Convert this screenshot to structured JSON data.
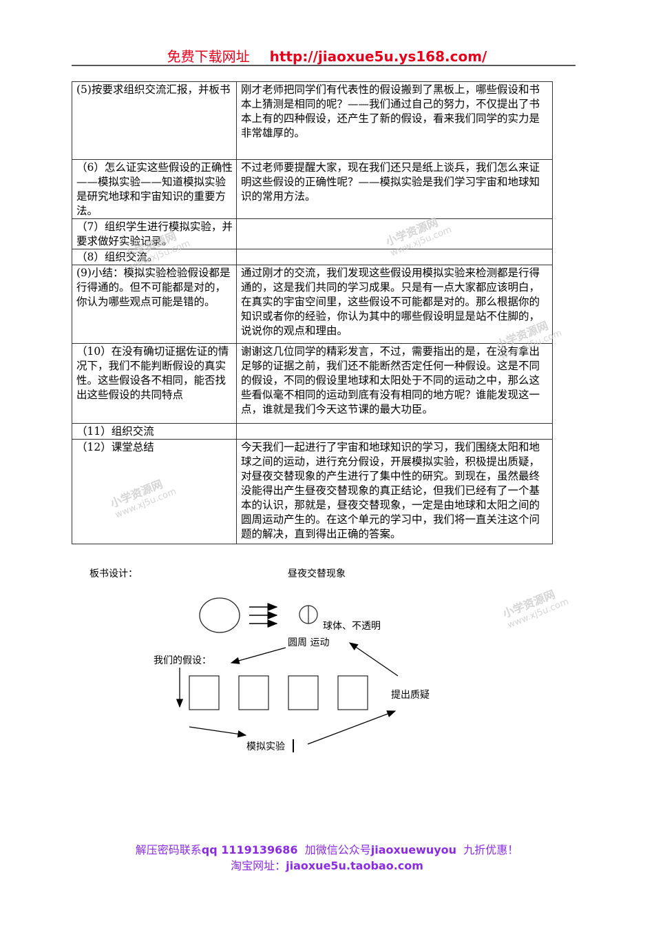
{
  "header": {
    "label": "免费下载网址",
    "url": "http://jiaoxue5u.ys168.com/"
  },
  "table": {
    "rows": [
      {
        "step": "(5)按要求组织交流汇报，并板书",
        "content": "刚才老师把同学们有代表性的假设搬到了黑板上，哪些假设和书本上猜测是相同的呢？——我们通过自己的努力，不仅提出了书本上有的四种假设，还产生了新的假设，看来我们同学的实力是非常雄厚的。"
      },
      {
        "step": "（6）怎么证实这些假设的正确性——模拟实验——知道模拟实验是研究地球和宇宙知识的重要方法。",
        "content": "不过老师要提醒大家，现在我们还只是纸上谈兵，我们怎么来证明这些假设的正确性呢？——模拟实验是我们学习宇宙和地球知识的常用方法。"
      },
      {
        "step": "（7）组织学生进行模拟实验，并要求做好实验记录。",
        "content": ""
      },
      {
        "step": "（8）组织交流。",
        "content": ""
      },
      {
        "step": "(9)小结：模拟实验检验假设都是行得通的。但不可能都是对的，你认为哪些观点可能是错的。",
        "content": "通过刚才的交流，我们发现这些假设用模拟实验来检测都是行得通的，这是我们共同的学习成果。只是有一点大家都应该明白，在真实的宇宙空间里，这些假设不可能都是对的。那么根据你的知识或者你的经验，你认为其中的哪些假设明显是站不住脚的，说说你的观点和理由。"
      },
      {
        "step": "（10）在没有确切证据佐证的情况下，我们不能判断假设的真实性。这些假设各不相同，能否找出这些假设的共同特点",
        "content": "谢谢这几位同学的精彩发言，不过，需要指出的是，在没有拿出足够的证据之前，我们还不能断然否定任何一种假设。这是不同的假设，不同的假设里地球和太阳处于不同的运动之中，那么这些看似毫不相同的运动到底有没有相同的地方呢？谁能发现这一点，谁就是我们今天这节课的最大功臣。"
      },
      {
        "step": "（11）组织交流",
        "content": ""
      },
      {
        "step": "（12）课堂总结",
        "content": "今天我们一起进行了宇宙和地球知识的学习，我们围绕太阳和地球之间的运动，进行充分假设，开展模拟实验，积极提出质疑，对昼夜交替现象的产生进行了集中性的研究。到现在，虽然最终没能得出产生昼夜交替现象的真正结论，但我们已经有了一个基本的认识，那就是，昼夜交替现象，一定是由地球和太阳之间的圆周运动产生的。在这个单元的学习中，我们将一直关注这个问题的解决，直到得出正确的答案。"
      }
    ]
  },
  "board": {
    "label": "板书设计：",
    "title": "昼夜交替现象",
    "earth_note": "球体、不透明",
    "motion_note": "圆周  运动",
    "hypotheses_label": "我们的假设：",
    "question_label": "提出质疑",
    "experiment_label": "模拟实验",
    "hypothesis_boxes": 4
  },
  "watermark": {
    "name": "小学资源网",
    "url": "www.xj5u.com"
  },
  "footer": {
    "line1_prefix": "解压密码联系",
    "qq": "qq 1119139686",
    "wechat_prefix": "加微信公众号",
    "wechat": "jiaoxuewuyou",
    "discount": "九折优惠！",
    "shop_prefix": "淘宝网址：",
    "shop": "jiaoxue5u.taobao.com"
  },
  "colors": {
    "header_red": "#e5001c",
    "footer_purple": "#8a2be2"
  }
}
